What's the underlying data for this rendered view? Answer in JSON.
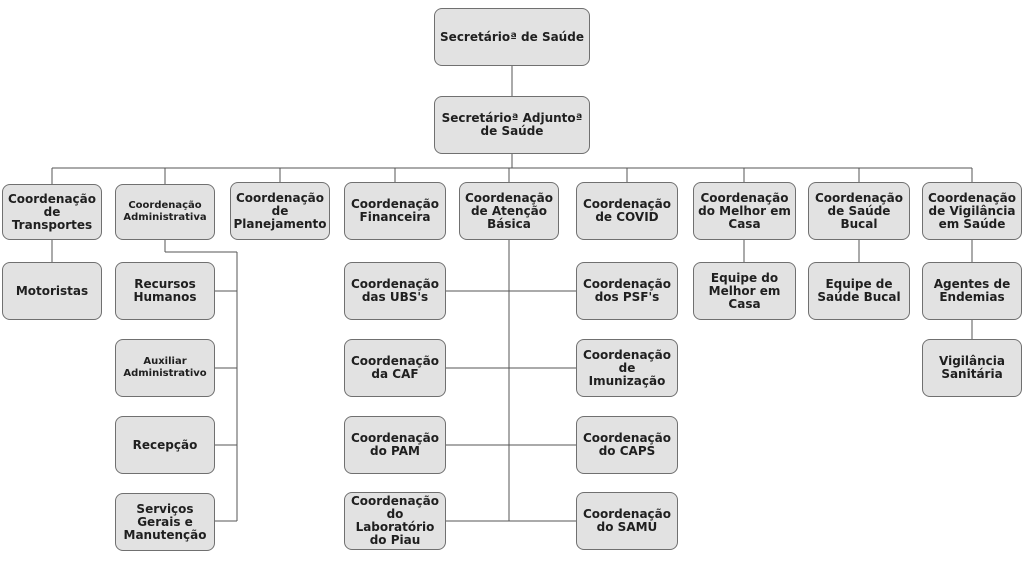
{
  "org_chart": {
    "secretario": "Secretárioª de Saúde",
    "adjunto": "Secretárioª Adjuntoª\nde Saúde",
    "transportes": "Coordenação\nde\nTransportes",
    "motoristas": "Motoristas",
    "administrativa": "Coordenação\nAdministrativa",
    "recursos_humanos": "Recursos\nHumanos",
    "auxiliar_administrativo": "Auxiliar\nAdministrativo",
    "recepcao": "Recepção",
    "servicos_gerais": "Serviços\nGerais e\nManutenção",
    "planejamento": "Coordenação\nde\nPlanejamento",
    "financeira": "Coordenação\nFinanceira",
    "atencao_basica": "Coordenação\nde Atenção\nBásica",
    "ubs": "Coordenação\ndas UBS's",
    "caf": "Coordenação\nda CAF",
    "pam": "Coordenação\ndo PAM",
    "laboratorio": "Coordenação\ndo\nLaboratório\ndo Piau",
    "psf": "Coordenação\ndos PSF's",
    "imunizacao": "Coordenação\nde\nImunização",
    "caps": "Coordenação\ndo CAPS",
    "samu": "Coordenação\ndo SAMU",
    "covid": "Coordenação\nde COVID",
    "melhor_em_casa": "Coordenação\ndo Melhor em\nCasa",
    "equipe_melhor_em_casa": "Equipe do\nMelhor em\nCasa",
    "saude_bucal": "Coordenação\nde Saúde\nBucal",
    "equipe_saude_bucal": "Equipe de\nSaúde Bucal",
    "vigilancia_saude": "Coordenação\nde Vigilância\nem Saúde",
    "agentes_endemias": "Agentes de\nEndemias",
    "vigilancia_sanitaria": "Vigilância\nSanitária"
  },
  "colors": {
    "box_fill": "#e2e2e2",
    "box_border": "#707070",
    "connector": "#555555",
    "text": "#1f1f1f"
  }
}
